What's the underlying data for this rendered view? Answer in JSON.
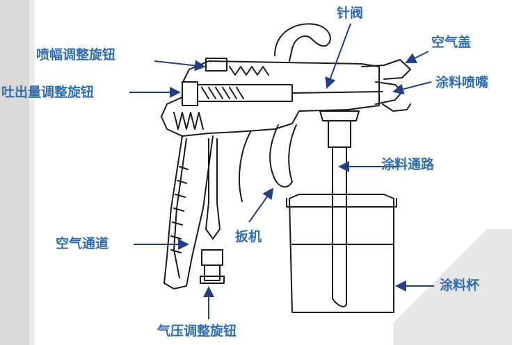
{
  "labels": {
    "spray_width_knob": "喷幅调整旋钮",
    "output_knob": "吐出量调整旋钮",
    "needle_valve": "针阀",
    "air_cap": "空气盖",
    "paint_nozzle": "涂料喷嘴",
    "paint_channel": "涂料通路",
    "trigger": "扳机",
    "air_channel": "空气通道",
    "pressure_knob": "气压调整旋钮",
    "paint_cup": "涂料杯"
  },
  "colors": {
    "label": "#2f6db5",
    "arrow": "#1f3f86",
    "line_art": "#1a1a1a"
  }
}
